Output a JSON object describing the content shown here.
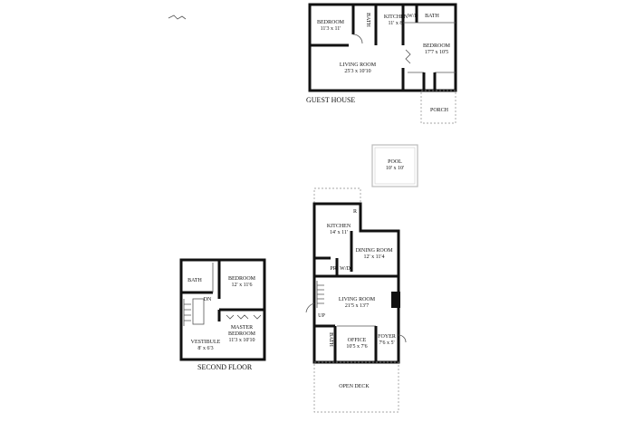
{
  "guest_house": {
    "title": "GUEST HOUSE",
    "rooms": [
      {
        "name": "BEDROOM",
        "size": "11'3 x 11'"
      },
      {
        "name": "BATH",
        "size": ""
      },
      {
        "name": "KITCHEN",
        "size": "11' x 8'"
      },
      {
        "name": "W/D",
        "size": ""
      },
      {
        "name": "BATH",
        "size": ""
      },
      {
        "name": "BEDROOM",
        "size": "17'7 x 10'5"
      },
      {
        "name": "LIVING ROOM",
        "size": "25'3 x 10'10"
      },
      {
        "name": "PORCH",
        "size": ""
      }
    ]
  },
  "pool": {
    "name": "POOL",
    "size": "10' x 10'"
  },
  "main_house": {
    "rooms": [
      {
        "name": "KITCHEN",
        "size": "14' x 11'"
      },
      {
        "name": "R",
        "size": ""
      },
      {
        "name": "DINING ROOM",
        "size": "12' x 11'4"
      },
      {
        "name": "PR",
        "size": ""
      },
      {
        "name": "W/D",
        "size": ""
      },
      {
        "name": "LIVING ROOM",
        "size": "21'5 x 13'7"
      },
      {
        "name": "UP",
        "size": ""
      },
      {
        "name": "BATH",
        "size": ""
      },
      {
        "name": "OFFICE",
        "size": "10'5 x 7'6"
      },
      {
        "name": "FOYER",
        "size": "7'6 x 5'"
      },
      {
        "name": "OPEN DECK",
        "size": ""
      }
    ]
  },
  "second_floor": {
    "title": "SECOND FLOOR",
    "rooms": [
      {
        "name": "BATH",
        "size": ""
      },
      {
        "name": "BEDROOM",
        "size": "12' x 11'6"
      },
      {
        "name": "DN",
        "size": ""
      },
      {
        "name": "MASTER",
        "size": "BEDROOM"
      },
      {
        "name": "VESTIBULE",
        "size": "8' x 6'3"
      }
    ],
    "master_size": "11'3 x 10'10"
  }
}
